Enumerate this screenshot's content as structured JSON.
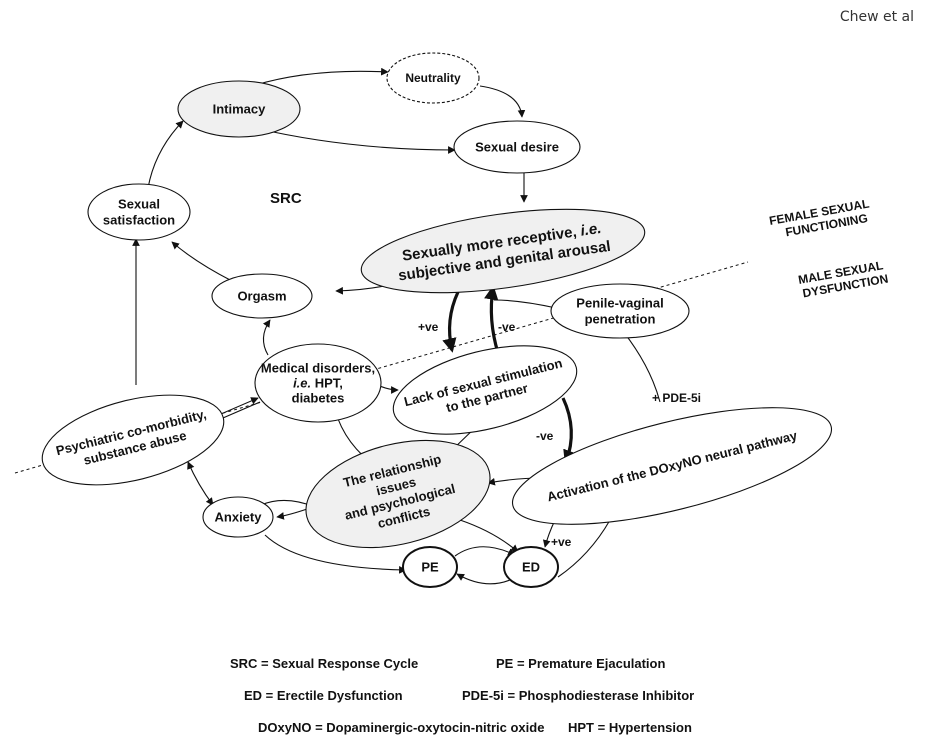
{
  "header": {
    "author": "Chew et al"
  },
  "nodes": {
    "intimacy": [
      "Intimacy"
    ],
    "neutrality": [
      "Neutrality"
    ],
    "sexual_desire": [
      "Sexual desire"
    ],
    "sexual_satisfaction": [
      "Sexual",
      "satisfaction"
    ],
    "receptive": [
      "Sexually more receptive, i.e.",
      "subjective and genital arousal"
    ],
    "orgasm": [
      "Orgasm"
    ],
    "penetration": [
      "Penile-vaginal",
      "penetration"
    ],
    "medical": [
      "Medical disorders,",
      "i.e. HPT,",
      "diabetes"
    ],
    "lack": [
      "Lack of sexual stimulation",
      "to the partner"
    ],
    "psychiatric": [
      "Psychiatric co-morbidity,",
      "substance abuse"
    ],
    "relationship": [
      "The relationship",
      "issues",
      "and psychological",
      "conflicts"
    ],
    "doxyno": [
      "Activation of the DOxyNO neural pathway"
    ],
    "anxiety": [
      "Anxiety"
    ],
    "pe": [
      "PE"
    ],
    "ed": [
      "ED"
    ]
  },
  "labels": {
    "src": "SRC",
    "female": [
      "FEMALE SEXUAL",
      "FUNCTIONING"
    ],
    "male": [
      "MALE SEXUAL",
      "DYSFUNCTION"
    ],
    "pos_ve_1": "+ve",
    "neg_ve_1": "-ve",
    "neg_ve_2": "-ve",
    "pde5i": "+ PDE-5i",
    "pos_ve_2": "+ve"
  },
  "legend": {
    "src": "SRC = Sexual Response Cycle",
    "pe": "PE = Premature Ejaculation",
    "ed": "ED = Erectile Dysfunction",
    "pde5i": "PDE-5i = Phosphodiesterase Inhibitor",
    "doxyno": "DOxyNO = Dopaminergic-oxytocin-nitric oxide",
    "hpt": "HPT = Hypertension"
  },
  "colors": {
    "shaded_fill": "#f0f0f0",
    "stroke": "#111111"
  }
}
